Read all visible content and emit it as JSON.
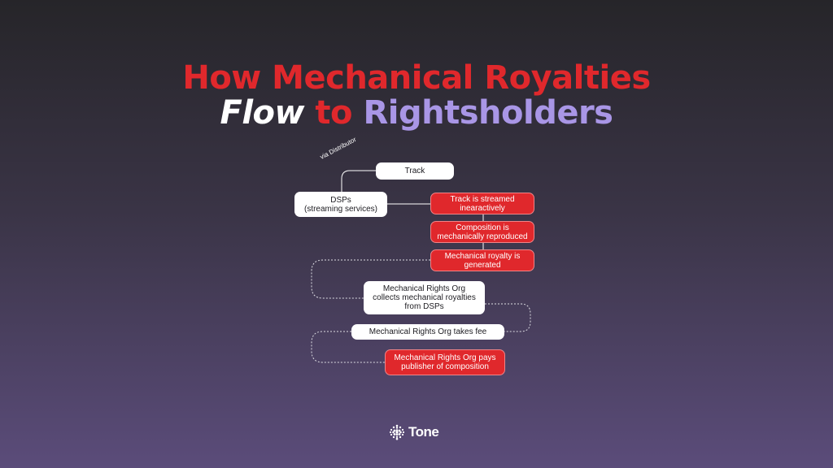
{
  "title": {
    "line1": "How Mechanical Royalties",
    "line2_flow": "Flow",
    "line2_to": "to",
    "line2_rightsholders": "Rightsholders"
  },
  "diagram": {
    "via_label": "via Distributor",
    "nodes": {
      "track": "Track",
      "dsps": "DSPs\n(streaming services)",
      "streamed": "Track is streamed\ninearactively",
      "reproduced": "Composition is\nmechanically reproduced",
      "generated": "Mechanical royalty is\ngenerated",
      "collects": "Mechanical Rights Org\ncollects mechanical royalties\nfrom DSPs",
      "fee": "Mechanical Rights Org takes fee",
      "pays": "Mechanical Rights Org pays\npublisher of composition"
    }
  },
  "colors": {
    "accent_red": "#e0282c",
    "accent_purple": "#a996e6",
    "node_white": "#ffffff"
  },
  "brand": {
    "name": "Tone",
    "icon": "tone-dot-grid-icon"
  }
}
